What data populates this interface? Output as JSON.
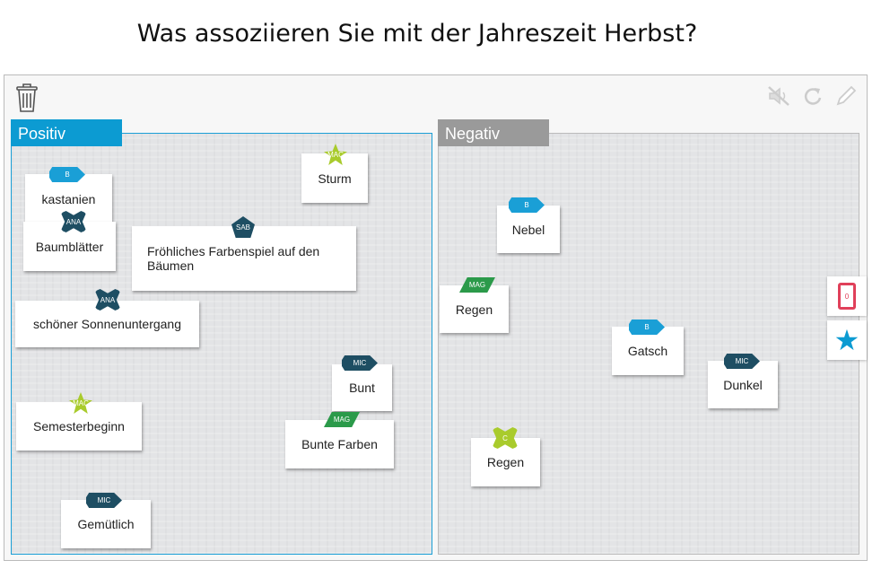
{
  "title": "Was assoziieren Sie mit der Jahreszeit Herbst?",
  "panels": {
    "positive": "Positiv",
    "negative": "Negativ"
  },
  "counter": "0",
  "colors": {
    "blue": "#1a9fd6",
    "dark": "#1e4e63",
    "lime": "#a9cb2c",
    "green": "#2b9a4a"
  },
  "cards": [
    {
      "text": "kastanien",
      "badge": "B",
      "shape": "tag",
      "color": "#1a9fd6",
      "panel": "positive"
    },
    {
      "text": "Baumblätter",
      "badge": "ANA",
      "shape": "clover",
      "color": "#1e4e63",
      "panel": "positive"
    },
    {
      "text": "Fröhliches Farbenspiel auf den Bäumen",
      "badge": "SAB",
      "shape": "pent",
      "color": "#1e4e63",
      "panel": "positive"
    },
    {
      "text": "Sturm",
      "badge": "MAC",
      "shape": "star",
      "color": "#a9cb2c",
      "panel": "positive"
    },
    {
      "text": "schöner Sonnenuntergang",
      "badge": "ANA",
      "shape": "clover",
      "color": "#1e4e63",
      "panel": "positive"
    },
    {
      "text": "Bunt",
      "badge": "MIC",
      "shape": "tag",
      "color": "#1e4e63",
      "panel": "positive"
    },
    {
      "text": "Bunte Farben",
      "badge": "MAG",
      "shape": "para",
      "color": "#2b9a4a",
      "panel": "positive"
    },
    {
      "text": "Semesterbeginn",
      "badge": "MAC",
      "shape": "star",
      "color": "#a9cb2c",
      "panel": "positive"
    },
    {
      "text": "Gemütlich",
      "badge": "MIC",
      "shape": "tag",
      "color": "#1e4e63",
      "panel": "positive"
    },
    {
      "text": "Nebel",
      "badge": "B",
      "shape": "tag",
      "color": "#1a9fd6",
      "panel": "negative"
    },
    {
      "text": "Regen",
      "badge": "MAG",
      "shape": "para",
      "color": "#2b9a4a",
      "panel": "negative"
    },
    {
      "text": "Gatsch",
      "badge": "B",
      "shape": "tag",
      "color": "#1a9fd6",
      "panel": "negative"
    },
    {
      "text": "Dunkel",
      "badge": "MIC",
      "shape": "tag",
      "color": "#1e4e63",
      "panel": "negative"
    },
    {
      "text": "Regen",
      "badge": "C",
      "shape": "clover",
      "color": "#a9cb2c",
      "panel": "negative"
    }
  ]
}
